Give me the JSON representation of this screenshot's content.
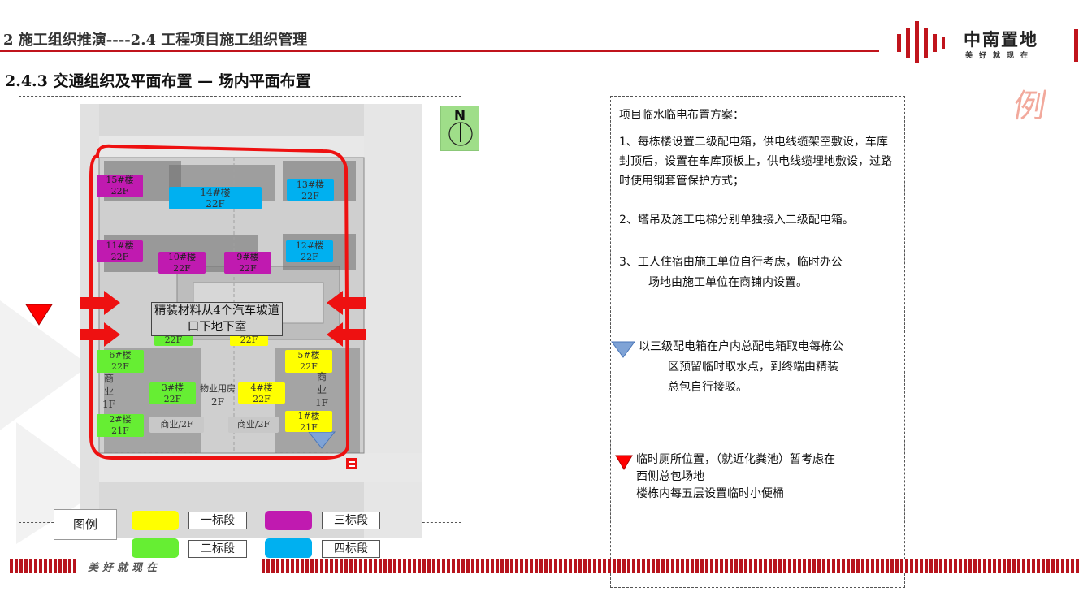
{
  "header": {
    "section_title": "2 施工组织推演----2.4 工程项目施工组织管理",
    "sub_title": "2.4.3   交通组织及平面布置 — 场内平面布置"
  },
  "logo": {
    "brand": "中南置地",
    "slogan": "美好就现在",
    "corner_glyph": "例"
  },
  "site_plan": {
    "north_label": "N",
    "note": "精装材料从4个汽车坡道口下地下室",
    "buildings": [
      {
        "id": "b15",
        "name": "15#楼",
        "floors": "22F",
        "phase": "三标段"
      },
      {
        "id": "b14",
        "name": "14#楼",
        "floors": "22F",
        "phase": "四标段"
      },
      {
        "id": "b13",
        "name": "13#楼",
        "floors": "22F",
        "phase": "四标段"
      },
      {
        "id": "b11",
        "name": "11#楼",
        "floors": "22F",
        "phase": "三标段"
      },
      {
        "id": "b10",
        "name": "10#楼",
        "floors": "22F",
        "phase": "三标段"
      },
      {
        "id": "b9",
        "name": "9#楼",
        "floors": "22F",
        "phase": "三标段"
      },
      {
        "id": "b12",
        "name": "12#楼",
        "floors": "22F",
        "phase": "四标段"
      },
      {
        "id": "b7",
        "name": "",
        "floors": "22F",
        "phase": "二标段"
      },
      {
        "id": "b8",
        "name": "",
        "floors": "22F",
        "phase": "一标段"
      },
      {
        "id": "b6",
        "name": "6#楼",
        "floors": "22F",
        "phase": "二标段"
      },
      {
        "id": "b5",
        "name": "5#楼",
        "floors": "22F",
        "phase": "一标段"
      },
      {
        "id": "b3",
        "name": "3#楼",
        "floors": "22F",
        "phase": "二标段"
      },
      {
        "id": "b4",
        "name": "4#楼",
        "floors": "22F",
        "phase": "一标段"
      },
      {
        "id": "b2",
        "name": "2#楼",
        "floors": "21F",
        "phase": "二标段"
      },
      {
        "id": "b1",
        "name": "1#楼",
        "floors": "21F",
        "phase": "一标段"
      }
    ],
    "other_labels": {
      "property": "物业用房",
      "property_floors": "2F",
      "commerce_left": "商业/2F",
      "commerce_right": "商业/2F",
      "shop_left_1": "商",
      "shop_left_2": "业",
      "shop_left_3": "1F",
      "shop_right_1": "商",
      "shop_right_2": "业",
      "shop_right_3": "1F"
    }
  },
  "legend": {
    "title": "图例",
    "items": [
      {
        "label": "一标段",
        "color": "#ffff00"
      },
      {
        "label": "二标段",
        "color": "#66ee33"
      },
      {
        "label": "三标段",
        "color": "#c01ab0"
      },
      {
        "label": "四标段",
        "color": "#00b0f0"
      }
    ]
  },
  "plan_text": {
    "heading": "项目临水临电布置方案：",
    "item1": "1、每栋楼设置二级配电箱，供电线缆架空敷设，车库封顶后，设置在车库顶板上，供电线缆埋地敷设，过路时使用钢套管保护方式；",
    "item2": "2、塔吊及施工电梯分别单独接入二级配电箱。",
    "item3_line1": "3、工人住宿由施工单位自行考虑，临时办公",
    "item3_line2": "场地由施工单位在商铺内设置。",
    "water_line1": "以三级配电箱在户内总配电箱取电每栋公",
    "water_line2": "区预留临时取水点，到终端由精装",
    "water_line3": "总包自行接驳。",
    "toilet_line1": "临时厕所位置，（就近化粪池）暂考虑在",
    "toilet_line2": "西侧总包场地",
    "toilet_line3": "楼栋内每五层设置临时小便桶"
  },
  "colors": {
    "brand_red": "#c0141c",
    "route_red": "#ee1111",
    "water_marker": "#7fa3d6"
  },
  "footer": {
    "slogan": "美好就现在"
  }
}
